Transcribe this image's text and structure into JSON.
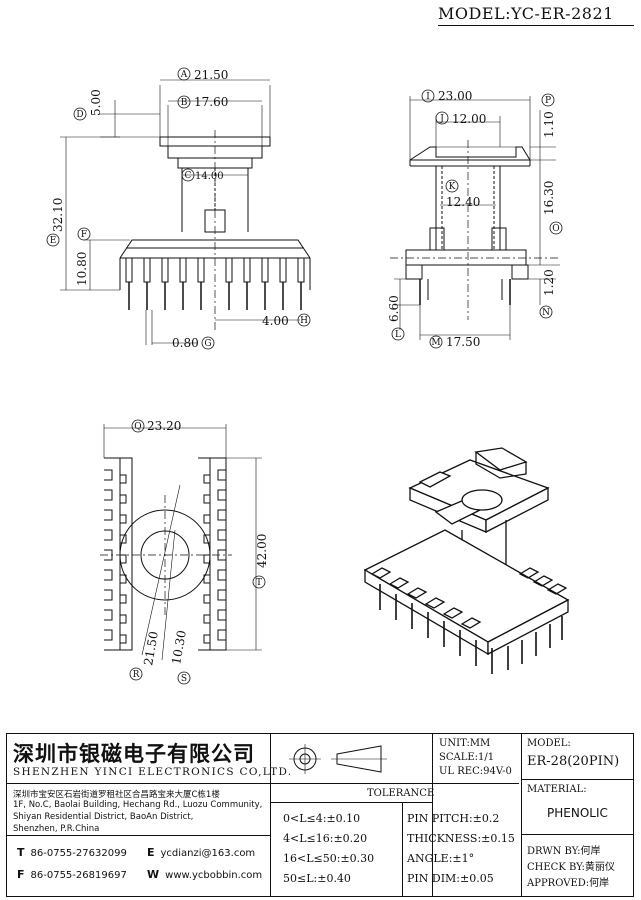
{
  "model_title": "MODEL:YC-ER-2821",
  "dimensions": {
    "A": "21.50",
    "B": "17.60",
    "C": "14.00",
    "D": "5.00",
    "E": "32.10",
    "F": "10.80",
    "G": "0.80",
    "H": "4.00",
    "I": "23.00",
    "J": "12.00",
    "K": "12.40",
    "L": "6.60",
    "M": "17.50",
    "N": "1.20",
    "O": "16.30",
    "P": "1.10",
    "Q": "23.20",
    "R": "21.50",
    "S": "10.30",
    "T": "42.00"
  },
  "labels": {
    "A": "A",
    "B": "B",
    "C": "C",
    "D": "D",
    "E": "E",
    "F": "F",
    "G": "G",
    "H": "H",
    "I": "I",
    "J": "J",
    "K": "K",
    "L": "L",
    "M": "M",
    "N": "N",
    "O": "O",
    "P": "P",
    "Q": "Q",
    "R": "R",
    "S": "S",
    "T": "T"
  },
  "company": {
    "name_cn": "深圳市银磁电子有限公司",
    "name_en": "SHENZHEN YINCI ELECTRONICS CO,LTD.",
    "address_cn": "深圳市宝安区石岩街道罗租社区合昌路宝来大厦C栋1楼",
    "address_en_1": "1F, No.C, Baolai Building, Hechang Rd., Luozu Community,",
    "address_en_2": "Shiyan Residential District, BaoAn District,",
    "address_en_3": "Shenzhen, P.R.China",
    "tel_prefix": "T",
    "tel": "86-0755-27632099",
    "fax_prefix": "F",
    "fax": "86-0755-26819697",
    "email_prefix": "E",
    "email": "ycdianzi@163.com",
    "web_prefix": "W",
    "web": "www.ycbobbin.com"
  },
  "specs": {
    "unit": "UNIT:MM",
    "scale": "SCALE:1/1",
    "ul_rec": "UL REC:94V-0",
    "model_label": "MODEL:",
    "model_value": "ER-28(20PIN)",
    "material_label": "MATERIAL:",
    "material_value": "PHENOLIC",
    "drawn_by": "DRWN BY:何岸",
    "check_by": "CHECK BY:黄丽仪",
    "approved": "APPROVED:何岸"
  },
  "tolerance": {
    "title": "TOLERANCE",
    "t1": "0<L≤4:±0.10",
    "t2": "4<L≤16:±0.20",
    "t3": "16<L≤50:±0.30",
    "t4": "50≤L:±0.40",
    "p1": "PIN PITCH:±0.2",
    "p2": "THICKNESS:±0.15",
    "p3": "ANGLE:±1°",
    "p4": "PIN DIM:±0.05"
  }
}
